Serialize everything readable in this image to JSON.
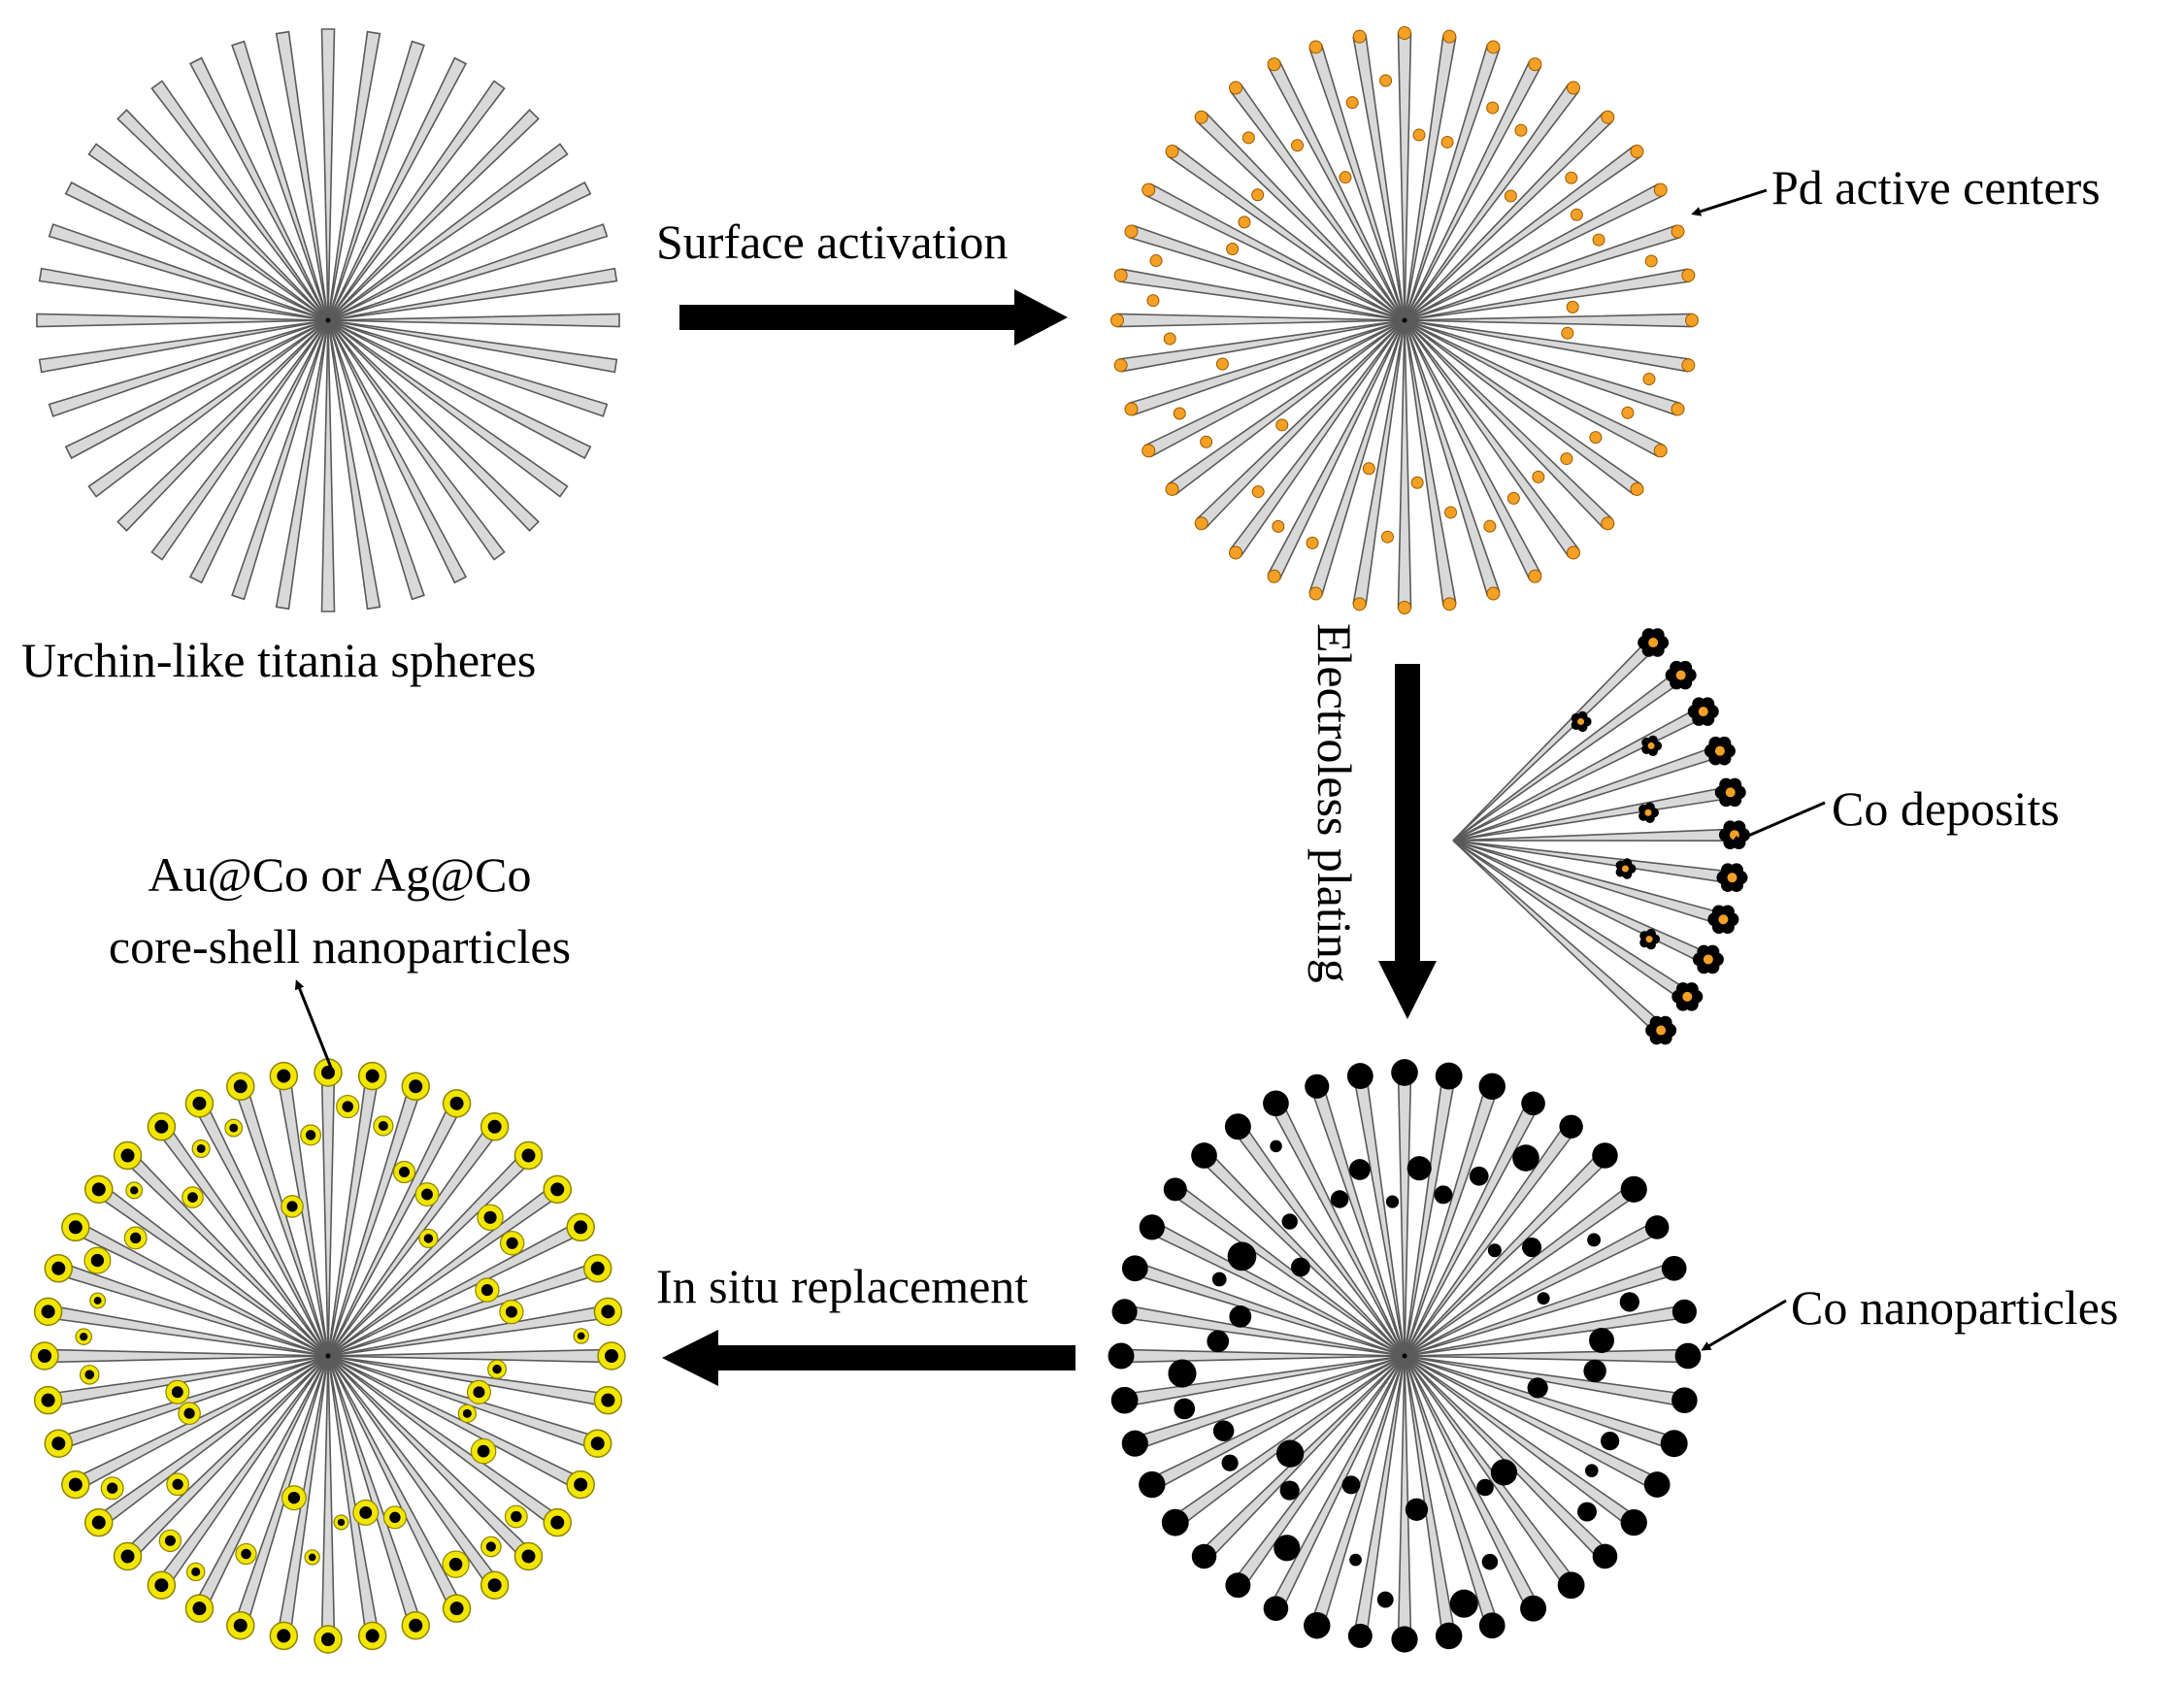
{
  "labels": {
    "step_surface_activation": "Surface activation",
    "step_electroless_plating": "Electroless plating",
    "step_in_situ_replacement": "In situ replacement",
    "urchin_spheres": "Urchin-like titania spheres",
    "pd_centers": "Pd active centers",
    "co_deposits": "Co deposits",
    "co_nanoparticles": "Co nanoparticles",
    "core_shell_line1": "Au@Co or Ag@Co",
    "core_shell_line2": "core-shell nanoparticles"
  },
  "colors": {
    "rod_fill": "#d9d9d9",
    "rod_edge": "#5a5a5a",
    "pd": "#f4a024",
    "pd_edge": "#9a5a00",
    "co": "#000000",
    "shell": "#f2e600",
    "shell_edge": "#8c8400",
    "arrow": "#000000"
  },
  "icons": [
    "urchin-sphere-icon",
    "pd-particle-icon",
    "co-deposit-icon",
    "co-particle-icon",
    "core-shell-particle-icon",
    "process-arrow-icon"
  ]
}
